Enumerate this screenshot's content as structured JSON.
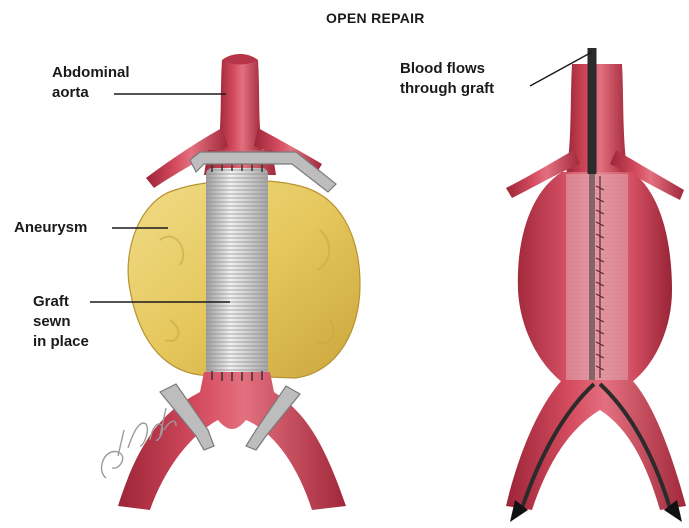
{
  "title": "OPEN REPAIR",
  "labels": {
    "abdominal_aorta": [
      "Abdominal",
      "aorta"
    ],
    "aneurysm": "Aneurysm",
    "graft_sewn": [
      "Graft",
      "sewn",
      "in place"
    ],
    "blood_flow": [
      "Blood flows",
      "through graft"
    ]
  },
  "colors": {
    "artery": "#c83a4e",
    "artery_highlight": "#e0687a",
    "artery_shadow": "#8e2233",
    "aneurysm_sac": "#e9cf6c",
    "graft": "#d9d9d9",
    "clamp": "#b8b8b8",
    "flow_line": "#2b2b2b"
  },
  "signature_mark": "artist signature"
}
